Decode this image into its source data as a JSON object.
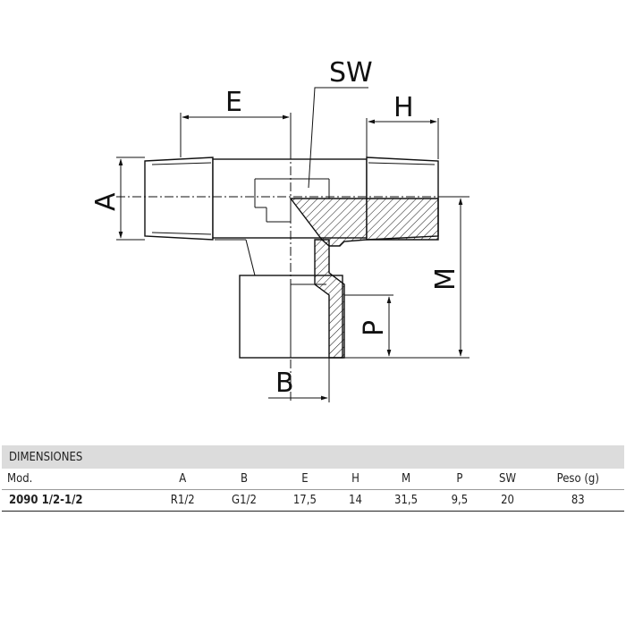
{
  "dimension_labels": {
    "A": "A",
    "B": "B",
    "E": "E",
    "H": "H",
    "M": "M",
    "P": "P",
    "SW": "SW"
  },
  "table": {
    "title": "DIMENSIONES",
    "headers": [
      "Mod.",
      "A",
      "B",
      "E",
      "H",
      "M",
      "P",
      "SW",
      "Peso (g)"
    ],
    "rows": [
      [
        "2090 1/2-1/2",
        "R1/2",
        "G1/2",
        "17,5",
        "14",
        "31,5",
        "9,5",
        "20",
        "83"
      ]
    ]
  }
}
